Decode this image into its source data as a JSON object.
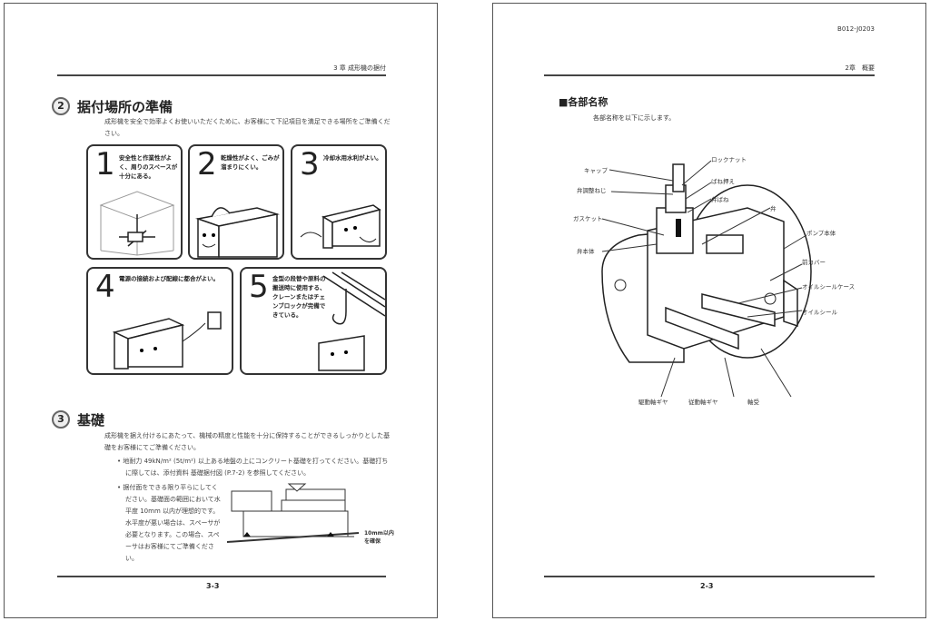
{
  "left_page": {
    "header": "3 章 成形機の据付",
    "section2": {
      "number": "2",
      "title": "据付場所の準備",
      "intro": "成形機を安全で効率よくお使いいただくために、お客様にて下記項目を満足できる場所をご準備ください。"
    },
    "panels": [
      {
        "number": "1",
        "text": "安全性と作業性がよく、周りのスペースが十分にある。"
      },
      {
        "number": "2",
        "text": "乾燥性がよく、ごみが溜まりにくい。"
      },
      {
        "number": "3",
        "text": "冷却水用水利がよい。"
      },
      {
        "number": "4",
        "text": "電源の接続および配線に都合がよい。"
      },
      {
        "number": "5",
        "text": "金型の段替や原料の搬送時に使用する、クレーンまたはチェンブロックが完備できている。"
      }
    ],
    "section3": {
      "number": "3",
      "title": "基礎",
      "intro": "成形機を据え付けるにあたって、機械の精度と性能を十分に保持することができるしっかりとした基礎をお客様にてご準備ください。",
      "bullets": [
        "地耐力 49kN/m² (5t/m²) 以上ある地盤の上にコンクリート基礎を打ってください。基礎打ちに際しては、添付資料 基礎据付図 (P.7-2) を参照してください。",
        "据付面をできる限り平らにしてください。基礎面の範囲において水平度 10mm 以内が理想的です。水平度が悪い場合は、スペーサが必要となります。この場合、スペーサはお客様にてご準備ください。"
      ],
      "figure_note": "10mm以内を確保"
    },
    "page_number": "3-3"
  },
  "right_page": {
    "doc_code": "B012-J0203",
    "header": "2章　概要",
    "section_title": "■各部名称",
    "intro": "各部名称を以下に示します。",
    "labels": [
      "キャップ",
      "弁調整ねじ",
      "ガスケット",
      "弁本体",
      "ロックナット",
      "ばね押え",
      "弁ばね",
      "弁",
      "ポンプ本体",
      "前カバー",
      "オイルシールケース",
      "オイルシール",
      "駆動軸ギヤ",
      "従動軸ギヤ",
      "軸受"
    ],
    "page_number": "2-3"
  }
}
